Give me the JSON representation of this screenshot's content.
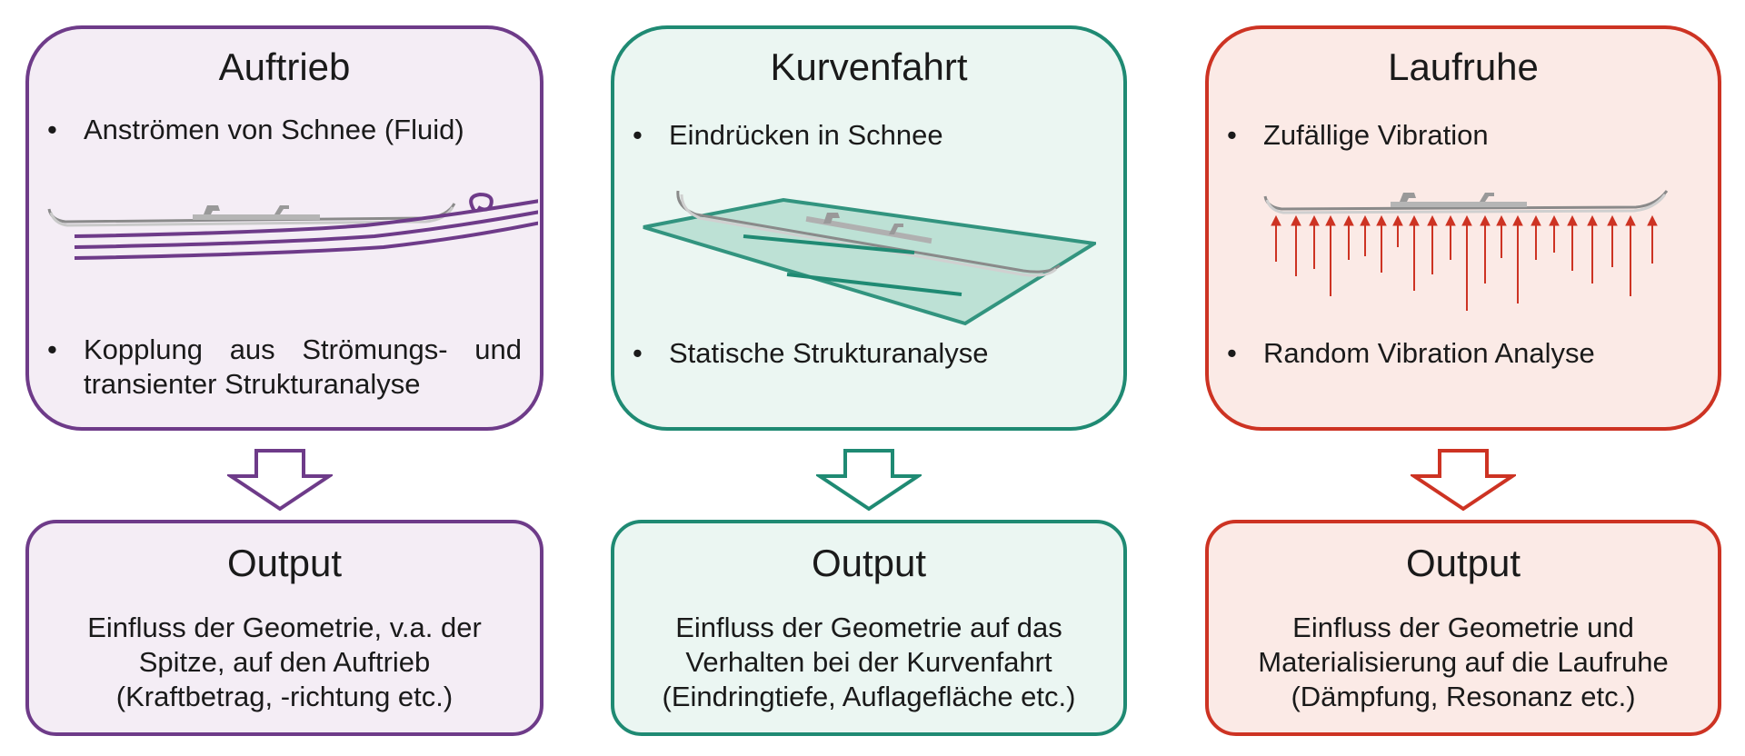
{
  "columns": [
    {
      "title": "Auftrieb",
      "bullets": [
        "Anströmen von Schnee (Fluid)",
        "Kopplung aus Strömungs- und transienter Strukturanalyse"
      ],
      "output_title": "Output",
      "output_text": "Einfluss der Geometrie, v.a. der\nSpitze, auf den Auftrieb\n(Kraftbetrag, -richtung etc.)",
      "color": "#6e3b89",
      "fill": "#f4edf5",
      "illustration": "ski-with-flow-lines-icon"
    },
    {
      "title": "Kurvenfahrt",
      "bullets": [
        "Eindrücken in Schnee",
        "Statische Strukturanalyse"
      ],
      "output_title": "Output",
      "output_text": "Einfluss der Geometrie auf das\nVerhalten bei der Kurvenfahrt\n(Eindringtiefe, Auflagefläche etc.)",
      "color": "#1f8a73",
      "fill": "#ebf6f2",
      "illustration": "ski-on-snow-plane-icon"
    },
    {
      "title": "Laufruhe",
      "bullets": [
        "Zufällige Vibration",
        "Random Vibration Analyse"
      ],
      "output_title": "Output",
      "output_text": "Einfluss der Geometrie und\nMaterialisierung auf die Laufruhe\n(Dämpfung, Resonanz etc.)",
      "color": "#cd3323",
      "fill": "#fbeae6",
      "illustration": "ski-with-vibration-arrows-icon"
    }
  ],
  "bullet_symbol": "•"
}
